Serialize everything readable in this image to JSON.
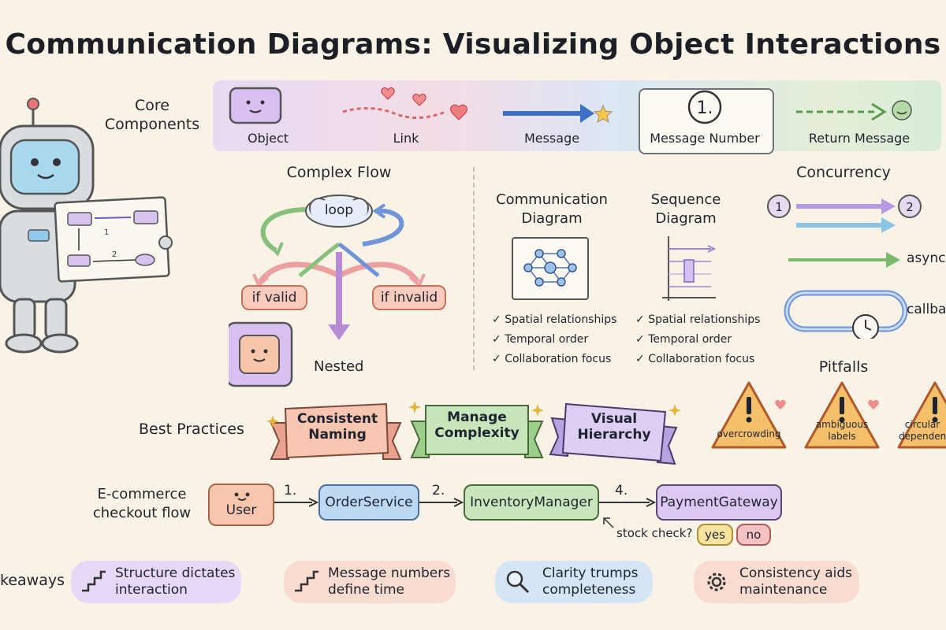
{
  "title": "Communication Diagrams: Visualizing Object Interactions",
  "core": {
    "label": "Core\nComponents",
    "items": [
      "Object",
      "Link",
      "Message",
      "Message Number",
      "Return Message"
    ],
    "number_glyph": "1."
  },
  "complex_flow": {
    "title": "Complex Flow",
    "loop": "loop",
    "if_valid": "if valid",
    "if_invalid": "if invalid",
    "nested": "Nested"
  },
  "comparison": {
    "communication_title": "Communication\nDiagram",
    "sequence_title": "Sequence\nDiagram",
    "checks": [
      "Spatial relationships",
      "Temporal order",
      "Collaboration focus"
    ]
  },
  "concurrency": {
    "title": "Concurrency",
    "n1": "1",
    "n2": "2",
    "async": "async",
    "callback": "callback"
  },
  "pitfalls": {
    "title": "Pitfalls",
    "items": [
      "overcrowding",
      "ambiguous\nlabels",
      "circular\ndependencies"
    ]
  },
  "best_practices": {
    "label": "Best Practices",
    "items": [
      "Consistent\nNaming",
      "Manage\nComplexity",
      "Visual\nHierarchy"
    ]
  },
  "ecommerce": {
    "label": "E-commerce\ncheckout flow",
    "nodes": [
      "User",
      "OrderService",
      "InventoryManager",
      "PaymentGateway"
    ],
    "steps": [
      "1.",
      "2.",
      "4."
    ],
    "stock_check": "stock check?",
    "yes": "yes",
    "no": "no"
  },
  "takeaways": {
    "label": "Takeaways",
    "items": [
      "Structure dictates\ninteraction",
      "Message numbers\ndefine time",
      "Clarity trumps\ncompleteness",
      "Consistency aids\nmaintenance"
    ]
  },
  "colors": {
    "purple": "#c9b4ea",
    "pink": "#f3b8ae",
    "blue": "#a9cdee",
    "green": "#b8dcae",
    "salmon": "#f6c3b0"
  }
}
